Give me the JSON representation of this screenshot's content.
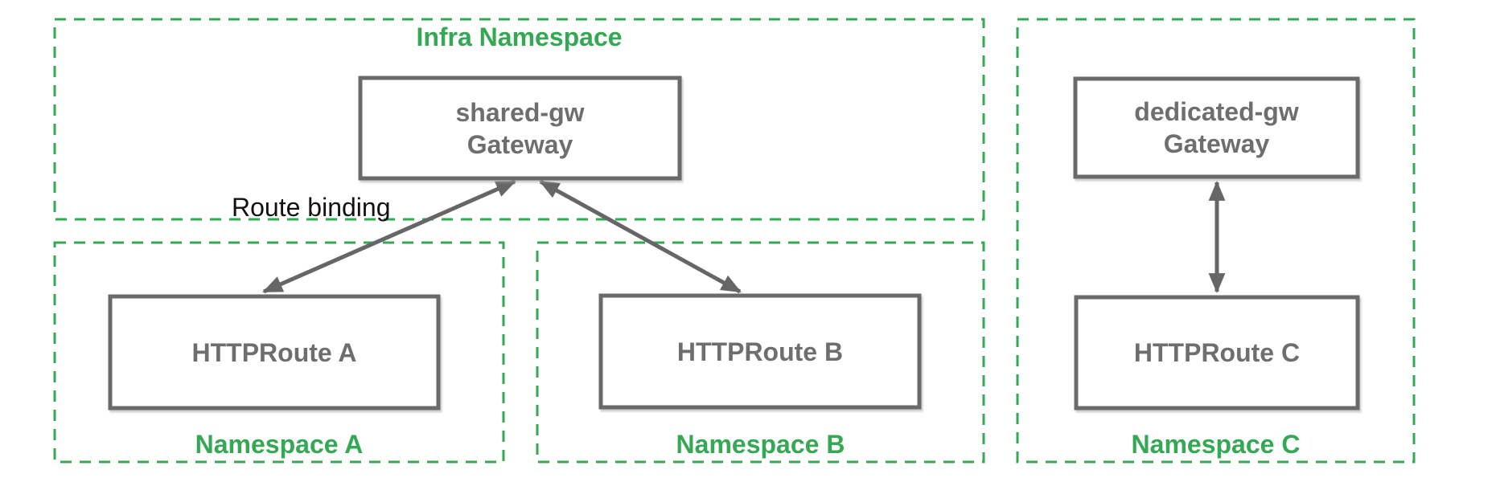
{
  "diagram": {
    "groups": {
      "infra": {
        "label": "Infra Namespace",
        "nodes": {
          "shared_gw": {
            "line1": "shared-gw",
            "line2": "Gateway"
          }
        }
      },
      "ns_a": {
        "label": "Namespace A",
        "nodes": {
          "route_a": {
            "line1": "HTTPRoute A"
          }
        }
      },
      "ns_b": {
        "label": "Namespace B",
        "nodes": {
          "route_b": {
            "line1": "HTTPRoute B"
          }
        }
      },
      "ns_c": {
        "label": "Namespace C",
        "nodes": {
          "dedicated_gw": {
            "line1": "dedicated-gw",
            "line2": "Gateway"
          },
          "route_c": {
            "line1": "HTTPRoute C"
          }
        }
      }
    },
    "connections": [
      {
        "from": "HTTPRoute A",
        "to": "shared-gw Gateway",
        "arrow": "double-headed",
        "label": "Route binding"
      },
      {
        "from": "HTTPRoute B",
        "to": "shared-gw Gateway",
        "arrow": "double-headed",
        "label": ""
      },
      {
        "from": "HTTPRoute C",
        "to": "dedicated-gw Gateway",
        "arrow": "double-headed",
        "label": ""
      }
    ],
    "icons": {
      "arrowhead": "triangle-arrowhead"
    },
    "colors": {
      "namespace_green": "#34A853",
      "box_border_gray": "#6A6A6A",
      "box_text_gray": "#6E6E6E",
      "arrow_gray": "#666666",
      "annotation_black": "#111111",
      "background": "#FFFFFF"
    }
  }
}
